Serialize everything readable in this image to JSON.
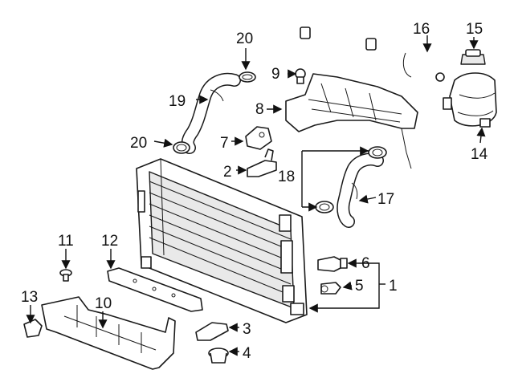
{
  "callouts": [
    "1",
    "2",
    "3",
    "4",
    "5",
    "6",
    "7",
    "8",
    "9",
    "10",
    "11",
    "12",
    "13",
    "14",
    "15",
    "16",
    "17",
    "18",
    "19",
    "20"
  ],
  "colors": {
    "line": "#1a1a1a",
    "background": "#ffffff",
    "shade": "#e9e9e9"
  }
}
